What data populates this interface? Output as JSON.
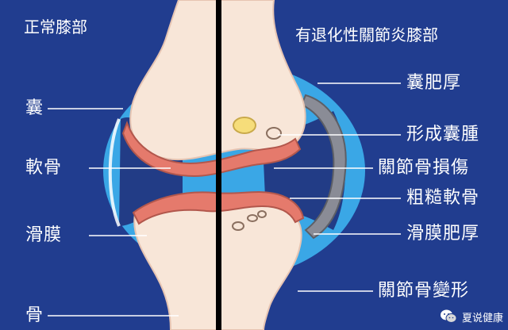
{
  "titles": {
    "left": "正常膝部",
    "right": "有退化性關節炎膝部"
  },
  "left_labels": {
    "capsule": "囊",
    "cartilage": "軟骨",
    "synovium": "滑膜",
    "bone": "骨"
  },
  "right_labels": {
    "thick_capsule": "囊肥厚",
    "cyst": "形成囊腫",
    "bone_damage": "關節骨損傷",
    "rough_cartilage": "粗糙軟骨",
    "thick_synovium": "滑膜肥厚",
    "bone_deform": "關節骨變形"
  },
  "watermark": {
    "text": "夏说健康",
    "icon": "wechat-icon"
  },
  "colors": {
    "background": "#213d8f",
    "bone": "#f8e6d8",
    "cartilage": "#e57a6c",
    "capsule": "#3aa7e6",
    "synovium_gray": "#8a8c96",
    "divider": "#000000",
    "label": "#ffffff"
  }
}
